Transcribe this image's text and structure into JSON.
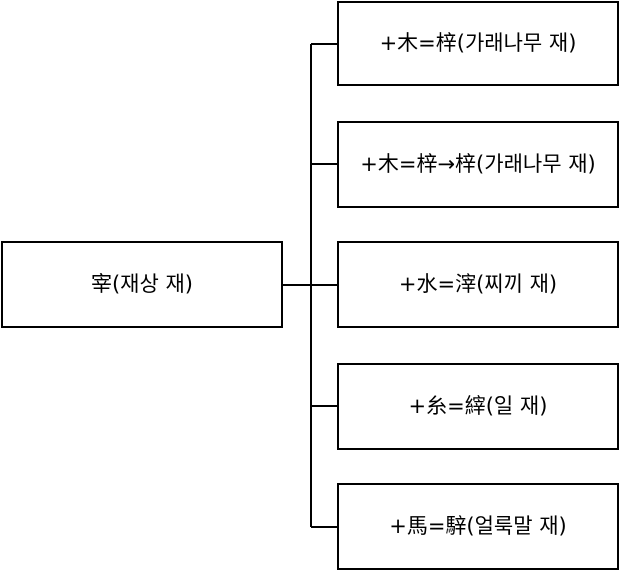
{
  "diagram": {
    "root": {
      "label": "宰(재상 재)"
    },
    "children": [
      {
        "label": "+木=梓(가래나무 재)"
      },
      {
        "label": "+木=梓→梓(가래나무 재)"
      },
      {
        "label": "+水=滓(찌끼 재)"
      },
      {
        "label": "+糸=縡(일 재)"
      },
      {
        "label": "+馬=騂(얼룩말 재)"
      }
    ]
  },
  "colors": {
    "line": "#000000",
    "box_border": "#000000",
    "background": "#ffffff"
  }
}
